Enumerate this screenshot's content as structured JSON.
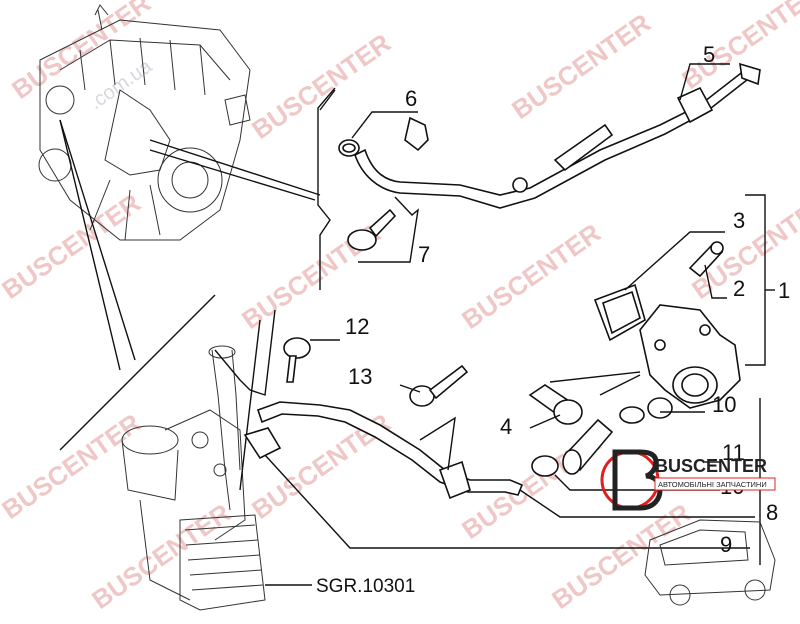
{
  "watermark": {
    "brand": "BUSCENTER",
    "domain": ".com.ua",
    "color": "#e05050"
  },
  "callouts": [
    "1",
    "2",
    "3",
    "4",
    "5",
    "6",
    "7",
    "8",
    "9",
    "10",
    "10",
    "11",
    "12",
    "13"
  ],
  "ref_code": "SGR.10301",
  "logo": {
    "name": "BUSCENTER",
    "tagline": "АВТОМОБІЛЬНІ ЗАПЧАСТИНИ",
    "accent": "#e02020"
  }
}
